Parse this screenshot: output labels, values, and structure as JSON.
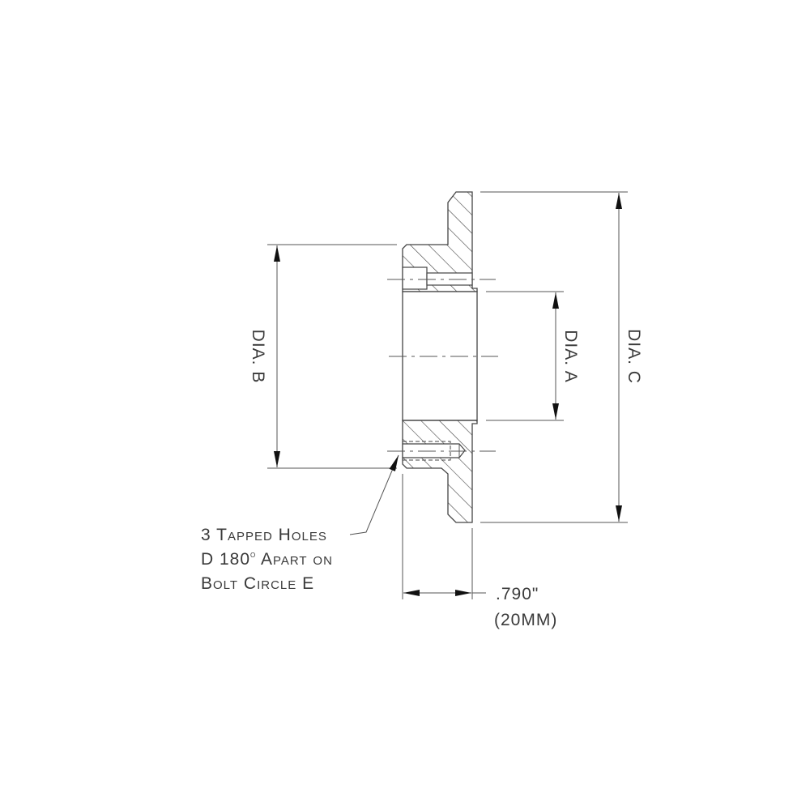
{
  "drawing": {
    "labels": {
      "dia_a": "DIA. A",
      "dia_b": "DIA. B",
      "dia_c": "DIA. C"
    },
    "note": {
      "line1": "3 Tapped Holes",
      "line2_prefix": "D 180",
      "line2_degree": "o",
      "line2_suffix": " Apart on",
      "line3": "Bolt Circle E"
    },
    "thickness": {
      "inches": ".790\"",
      "metric": "(20MM)"
    },
    "colors": {
      "line": "#444444",
      "background": "#ffffff"
    }
  }
}
